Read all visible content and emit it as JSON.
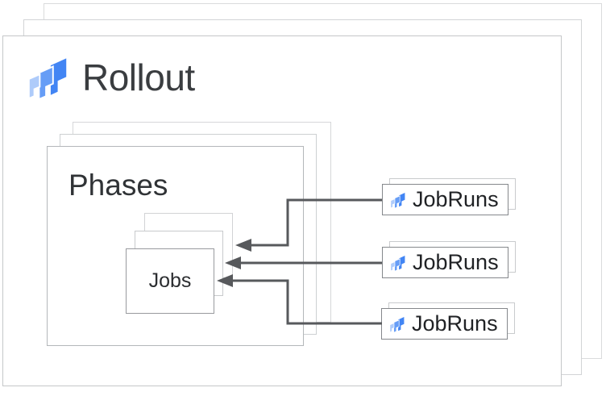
{
  "rollout": {
    "label": "Rollout",
    "icon": "cloud-deploy-logo"
  },
  "phases": {
    "label": "Phases"
  },
  "jobs": {
    "label": "Jobs"
  },
  "jobruns": [
    {
      "label": "JobRuns",
      "icon": "cloud-deploy-logo"
    },
    {
      "label": "JobRuns",
      "icon": "cloud-deploy-logo"
    },
    {
      "label": "JobRuns",
      "icon": "cloud-deploy-logo"
    }
  ],
  "arrows": {
    "description": "three arrows from JobRuns cards pointing left into the Jobs card stack",
    "color": "#57595c"
  },
  "colors": {
    "logo_dark_blue": "#4285F4",
    "logo_medium_blue": "#669DF6",
    "logo_light_blue": "#AECBFA",
    "card_border_light": "#d5d6d8",
    "card_border_front": "#85888c",
    "title_text": "#3a3d40"
  }
}
